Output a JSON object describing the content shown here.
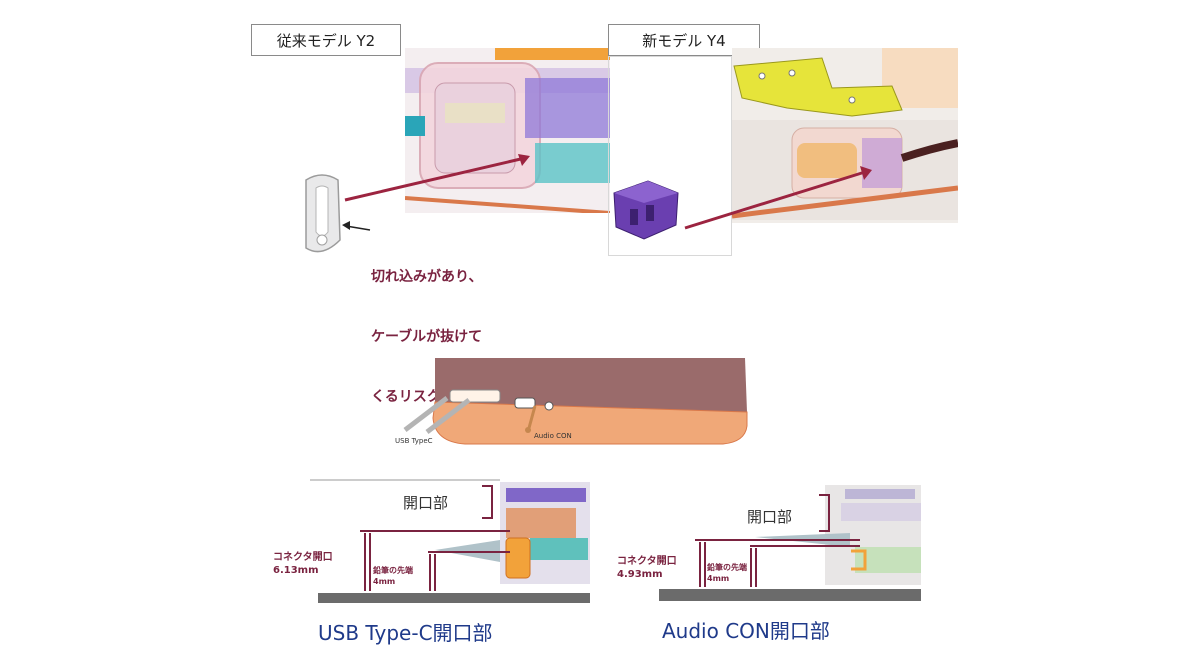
{
  "comparison": {
    "old_model_label": "従来モデル Y2",
    "new_model_label": "新モデル Y4",
    "note_lines": [
      "切れ込みがあり、",
      "ケーブルが抜けて",
      "くるリスク有"
    ]
  },
  "laptop": {
    "usb_label": "USB TypeC",
    "audio_label": "Audio CON"
  },
  "usb_section": {
    "opening_label": "開口部",
    "connector_label": "コネクタ開口\n6.13mm",
    "pencil_label": "鉛筆の先端\n4mm",
    "caption": "USB Type-C開口部"
  },
  "audio_section": {
    "opening_label": "開口部",
    "connector_label": "コネクタ開口\n4.93mm",
    "pencil_label": "鉛筆の先端\n4mm",
    "caption": "Audio CON開口部"
  },
  "colors": {
    "annotation": "#7a2340",
    "caption": "#1f3a8a",
    "purple_part": "#6a3fb0",
    "yellow_hinge": "#e6e43a",
    "copper": "#d9784a"
  }
}
